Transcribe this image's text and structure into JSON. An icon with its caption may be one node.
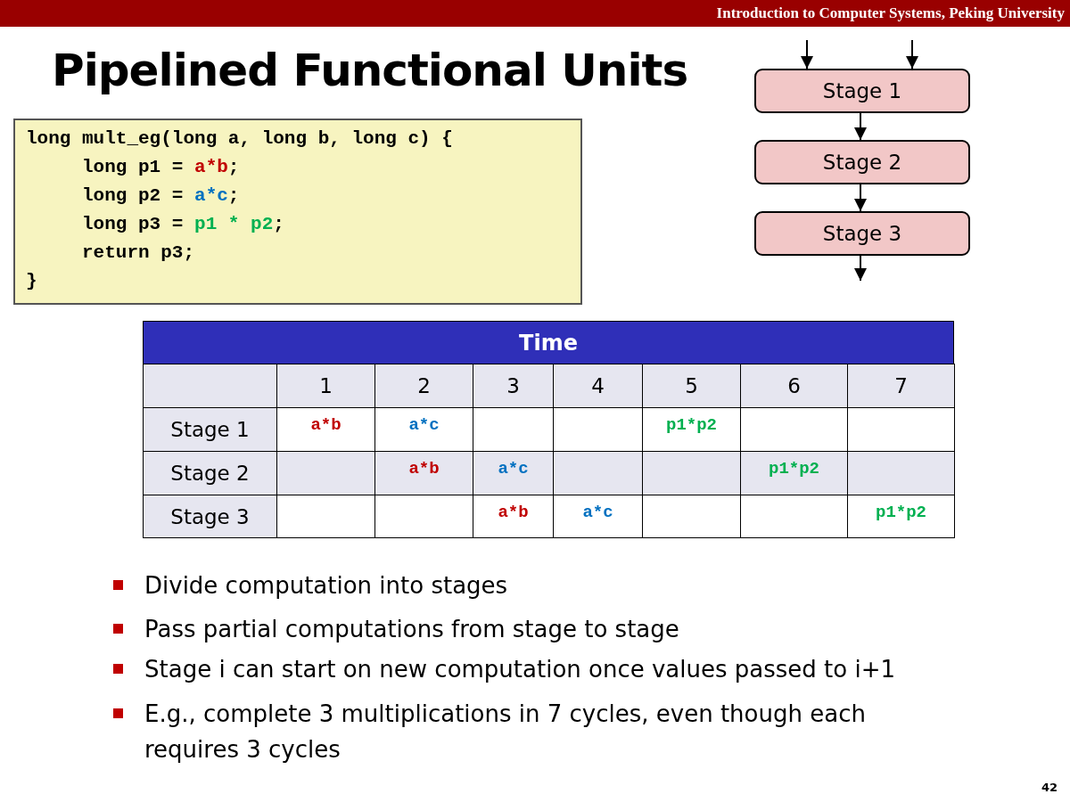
{
  "diagram": {
    "title": "Pipelined Functional Units",
    "nodes": [
      {
        "text": [
          "Stage 1"
        ]
      },
      {
        "text": [
          "Stage 2"
        ]
      },
      {
        "text": [
          "Stage 3"
        ]
      }
    ],
    "edges": [
      {
        "from": null,
        "to": 0,
        "arrow": "to"
      },
      {
        "from": null,
        "to": 0,
        "arrow": "to"
      },
      {
        "from": 0,
        "to": 1,
        "arrow": "to"
      },
      {
        "from": 1,
        "to": 2,
        "arrow": "to"
      },
      {
        "from": 2,
        "to": null,
        "arrow": "to"
      }
    ],
    "labels": [
      "Introduction to Computer Systems, Peking University",
      "long mult_eg(long a, long b, long c) {",
      "long p1 =",
      "a*b",
      ";",
      "long p2 =",
      "a*c",
      ";",
      "long p3 =",
      "p1 * p2",
      ";",
      "return p3;",
      "}",
      "Time",
      "1",
      "2",
      "3",
      "4",
      "5",
      "6",
      "7",
      "Stage 1",
      "a*b",
      "a*c",
      "p1*p2",
      "Stage 2",
      "a*b",
      "a*c",
      "p1*p2",
      "Stage 3",
      "a*b",
      "a*c",
      "p1*p2",
      "Divide computation into stages",
      "Pass partial computations from stage to stage",
      "Stage i can start on new computation once values passed to i+1",
      "E.g., complete 3 multiplications in 7 cycles, even though each requires 3 cycles",
      "42"
    ]
  }
}
